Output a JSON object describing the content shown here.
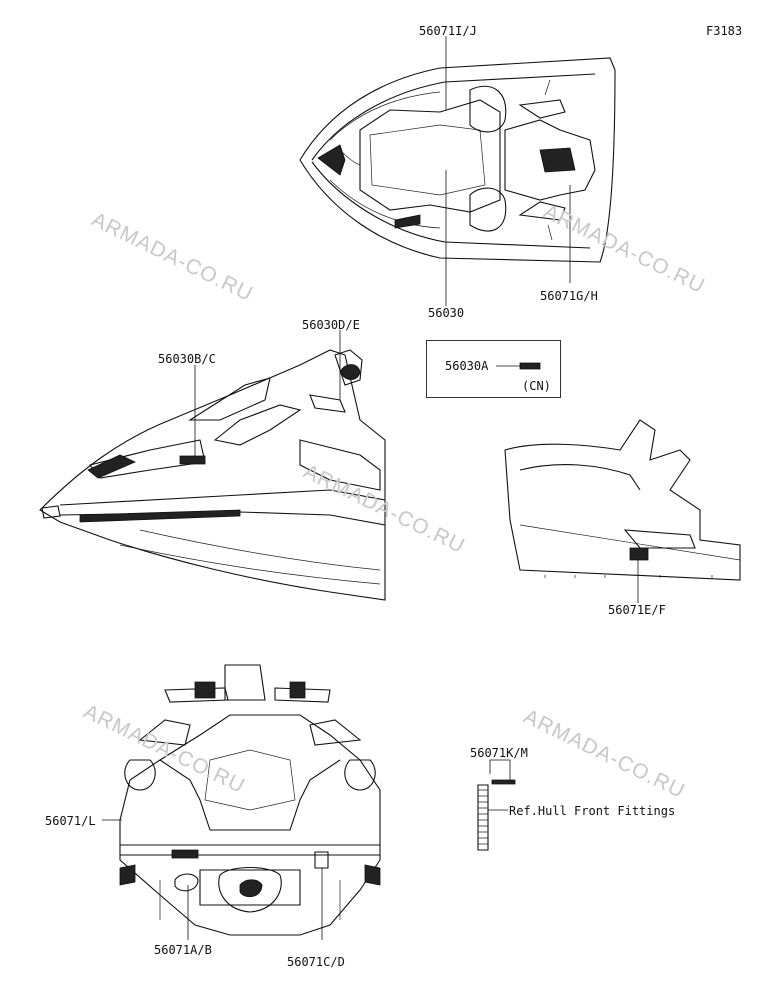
{
  "figure_code": "F3183",
  "watermark": "ARMADA-CO.RU",
  "labels": {
    "top_view_top": "56071I/J",
    "top_view_bottom": "56030",
    "top_view_right": "56071G/H",
    "side_upper": "56030D/E",
    "side_left": "56030B/C",
    "box_part": "56030A",
    "box_region": "(CN)",
    "rear_side": "56071E/F",
    "kit_part": "56071K/M",
    "ref_note": "Ref.Hull Front Fittings",
    "rear_left": "56071/L",
    "rear_bottom_left": "56071A/B",
    "rear_bottom_right": "56071C/D"
  }
}
